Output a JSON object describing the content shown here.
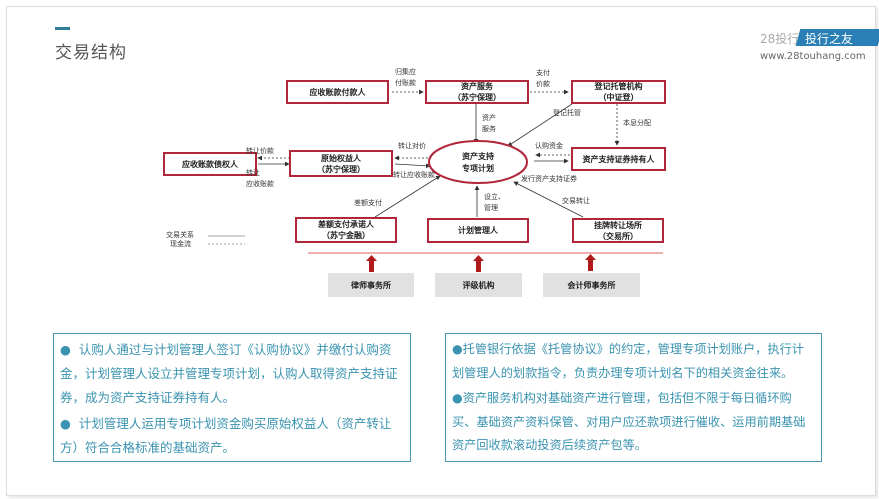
{
  "header": {
    "title": "交易结构",
    "brand_name": "28投行",
    "brand_tag": "投行之友",
    "brand_url": "www.28touhang.com"
  },
  "diagram": {
    "nodes": {
      "receivable_payer": "应收账款付款人",
      "asset_service": [
        "资产服务",
        "（苏宁保理）"
      ],
      "registry": [
        "登记托管机构",
        "（中证登）"
      ],
      "receivable_creditor": "应收账款债权人",
      "originator": [
        "原始权益人",
        "（苏宁保理）"
      ],
      "spv": [
        "资产支持",
        "专项计划"
      ],
      "abs_holder": "资产支持证券持有人",
      "guarantor": [
        "差额支付承诺人",
        "（苏宁金融）"
      ],
      "manager": "计划管理人",
      "exchange": [
        "挂牌转让场所",
        "（交易所）"
      ],
      "law_firm": "律师事务所",
      "rating": "评级机构",
      "accounting": "会计师事务所"
    },
    "edge_labels": {
      "collect_pay": [
        "归集应",
        "付账款"
      ],
      "pay_price": [
        "支付",
        "价款"
      ],
      "asset_service": [
        "资产",
        "服务"
      ],
      "register_custody": "登记托管",
      "principal_interest": "本息分配",
      "transfer_consideration": "转让对价",
      "transfer_receivable_spv": "转让应收账款",
      "transfer_price": "转让价款",
      "transfer_receivable": [
        "转让",
        "应收账款"
      ],
      "subscription": "认购资金",
      "issue_abs": "发行资产支持证券",
      "shortfall_payment": "差额支付",
      "establish_manage": [
        "设立、",
        "管理"
      ],
      "trading_transfer": "交易转让"
    },
    "legend": {
      "transaction": "交易关系",
      "cashflow": "现金流"
    }
  },
  "notes": {
    "left": [
      "认购人通过与计划管理人签订《认购协议》并缴付认购资金，计划管理人设立并管理专项计划，认购人取得资产支持证券，成为资产支持证券持有人。",
      "计划管理人运用专项计划资金购买原始权益人（资产转让方）符合合格标准的基础资产。"
    ],
    "right": [
      "托管银行依据《托管协议》的约定，管理专项计划账户，执行计划管理人的划款指令，负责办理专项计划名下的相关资金往来。",
      "资产服务机构对基础资产进行管理，包括但不限于每日循环购买、基础资产资料保管、对用户应还款项进行催收、运用前期基础资产回收款滚动投资后续资产包等。"
    ],
    "bullet": "●"
  },
  "colors": {
    "accent": "#2e7e9a",
    "box_border": "#b0263a",
    "arrow_red": "#b01a1a",
    "note_text": "#3a93b0"
  }
}
